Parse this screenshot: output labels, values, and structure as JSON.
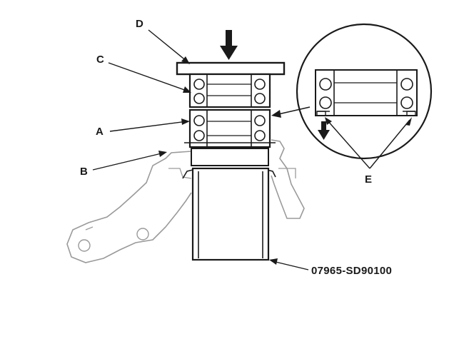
{
  "callouts": {
    "a": "A",
    "b": "B",
    "c": "C",
    "d": "D",
    "e": "E"
  },
  "tool_part_number": "07965-SD90100",
  "icons": {
    "press_direction": "press-down-arrow-icon",
    "detail_direction": "detail-down-arrow-icon"
  },
  "colors": {
    "ink": "#1a1a1a",
    "knuckle_outline": "#9a9a9a",
    "background": "#ffffff"
  }
}
